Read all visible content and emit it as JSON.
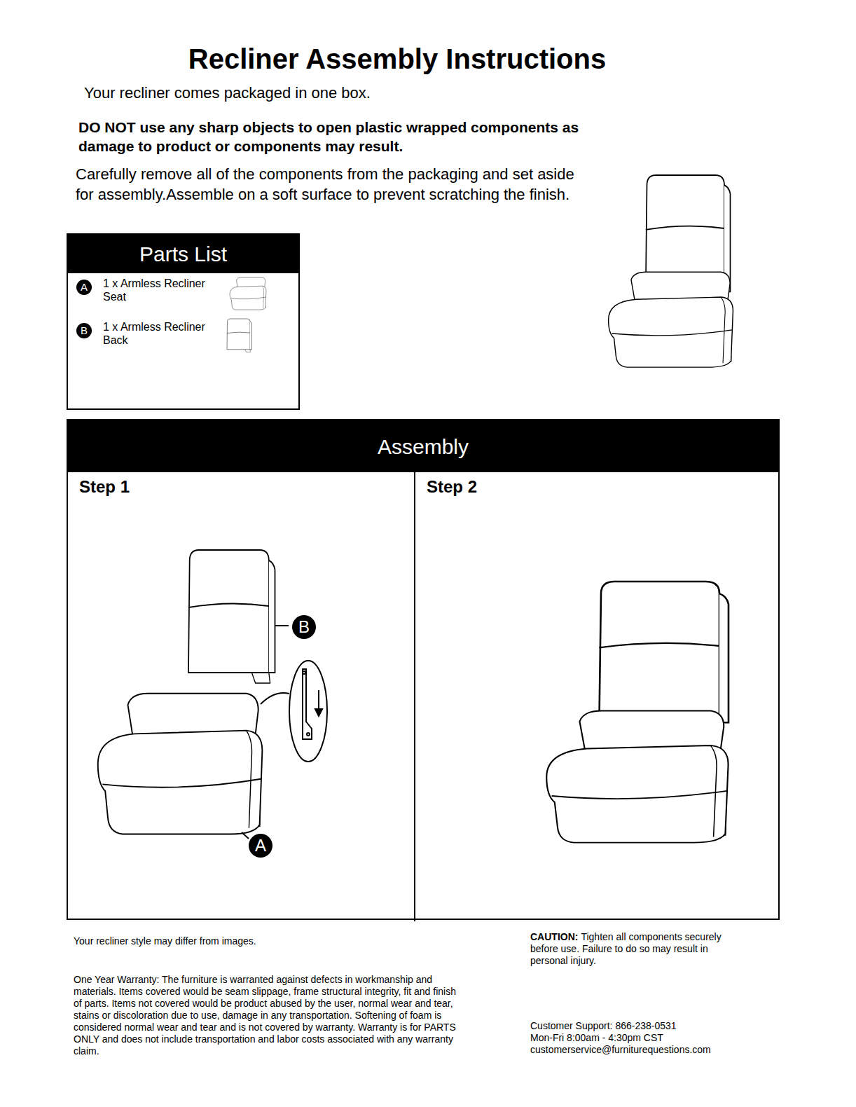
{
  "diagram": {
    "title": "Recliner Assembly Instructions",
    "nodes": [
      {
        "text": [
          "Parts List"
        ]
      },
      {
        "text": [
          "A"
        ],
        "in": 0
      },
      {
        "text": [
          "B"
        ],
        "in": 0
      },
      {
        "text": [
          "Assembly"
        ]
      },
      {
        "text": [
          "Step 1"
        ],
        "in": 3
      },
      {
        "text": [
          "Step 2"
        ],
        "in": 3
      },
      {
        "text": [
          "B"
        ],
        "in": 4
      },
      {
        "text": [
          "A"
        ],
        "in": 4
      }
    ],
    "labels": [
      "Your recliner comes packaged in one box.",
      "DO NOT use any sharp objects to open plastic wrapped components as damage to product or components may result.",
      "Carefully remove all of the components from the packaging and set aside for assembly.Assemble on a soft surface to prevent scratching the finish.",
      "1 x Armless Recliner Seat",
      "1 x Armless Recliner Back",
      "Your recliner style may differ from images.",
      "One Year Warranty: The furniture is warranted against defects in workmanship and materials. Items covered would be seam slippage, frame structural integrity, fit and finish of parts. Items not covered would be product abused by the user, normal wear and tear, stains or discoloration due to use, damage in any transportation. Softening of foam is considered normal wear and tear and is not covered by warranty. Warranty is for PARTS ONLY and does not include transportation and labor costs associated with any warranty claim.",
      "CAUTION:",
      "Tighten all components securely before use. Failure to do so may result in personal injury.",
      "Customer Support: 866-238-0531",
      "Mon-Fri 8:00am - 4:30pm CST",
      "customerservice@furniturequestions.com"
    ]
  }
}
